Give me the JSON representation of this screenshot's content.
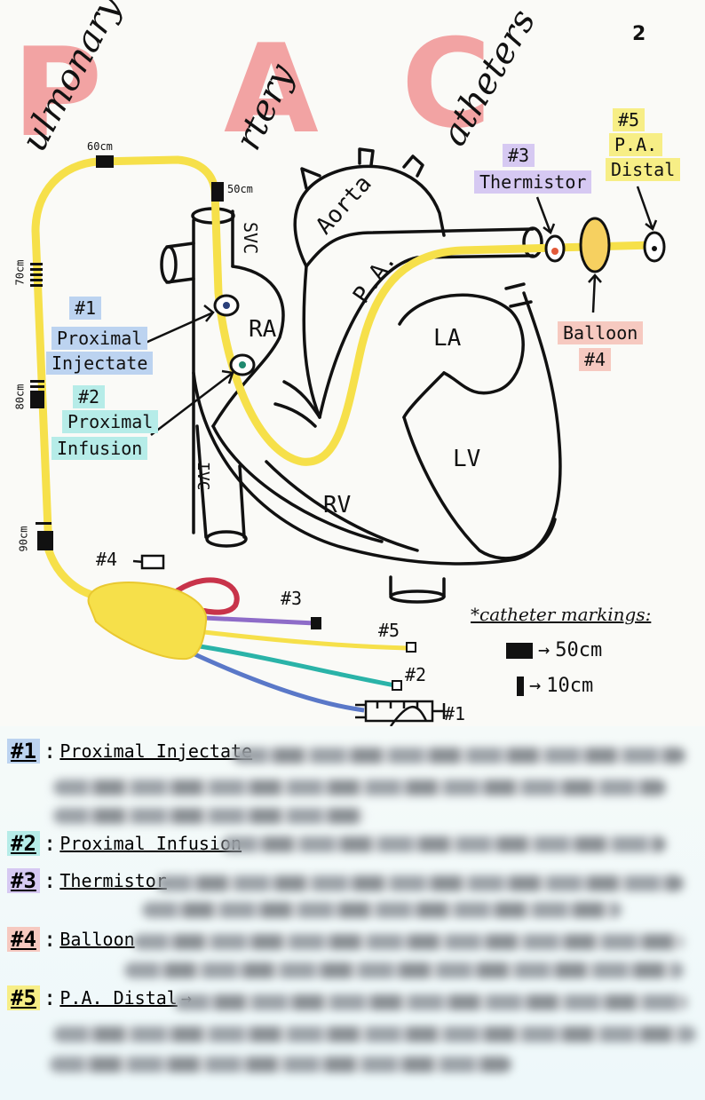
{
  "page_number": "2",
  "title": {
    "letters": [
      "P",
      "A",
      "C"
    ],
    "words": [
      "ulmonary",
      "rtery",
      "atheters"
    ]
  },
  "catheter_marks": [
    "60cm",
    "50cm",
    "70cm",
    "80cm",
    "90cm"
  ],
  "heart_labels": {
    "svc": "SVC",
    "ra": "RA",
    "aorta": "Aorta",
    "pa": "P.A.",
    "la": "LA",
    "lv": "LV",
    "rv": "RV",
    "ivc": "IVC"
  },
  "ports": [
    {
      "num": "#1",
      "label": "Proximal Injectate",
      "color": "#bcd3f0"
    },
    {
      "num": "#2",
      "label": "Proximal Infusion",
      "color": "#b6ece8"
    },
    {
      "num": "#3",
      "label": "Thermistor",
      "color": "#d6c9f2"
    },
    {
      "num": "#4",
      "label": "Balloon",
      "color": "#f6c9c0"
    },
    {
      "num": "#5",
      "label": "P.A. Distal",
      "color": "#f7ee86"
    }
  ],
  "diagram_labels": {
    "p1_num": "#1",
    "p1_l1": "Proximal",
    "p1_l2": "Injectate",
    "p2_num": "#2",
    "p2_l1": "Proximal",
    "p2_l2": "Infusion",
    "p3_num": "#3",
    "p3_l1": "Thermistor",
    "p5_num": "#5",
    "p5_l1": "P.A.",
    "p5_l2": "Distal",
    "balloon_l1": "Balloon",
    "balloon_l2": "#4"
  },
  "hub_labels": {
    "h4": "#4",
    "h3": "#3",
    "h5": "#5",
    "h2": "#2",
    "h1": "#1"
  },
  "markings": {
    "title": "*catheter markings:",
    "big": "50cm",
    "small": "10cm"
  },
  "notes": [
    {
      "num": "#1",
      "label": "Proximal Injectate"
    },
    {
      "num": "#2",
      "label": "Proximal Infusion"
    },
    {
      "num": "#3",
      "label": "Thermistor"
    },
    {
      "num": "#4",
      "label": "Balloon"
    },
    {
      "num": "#5",
      "label": "P.A. Distal"
    }
  ],
  "colors": {
    "catheter": "#f6e04a",
    "balloon_line": "#c8334a",
    "thermistor_line": "#8e6cc8",
    "infusion_line": "#2ab3a8",
    "injectate_line": "#5a78c8",
    "title_letters": "#f29a9a"
  }
}
